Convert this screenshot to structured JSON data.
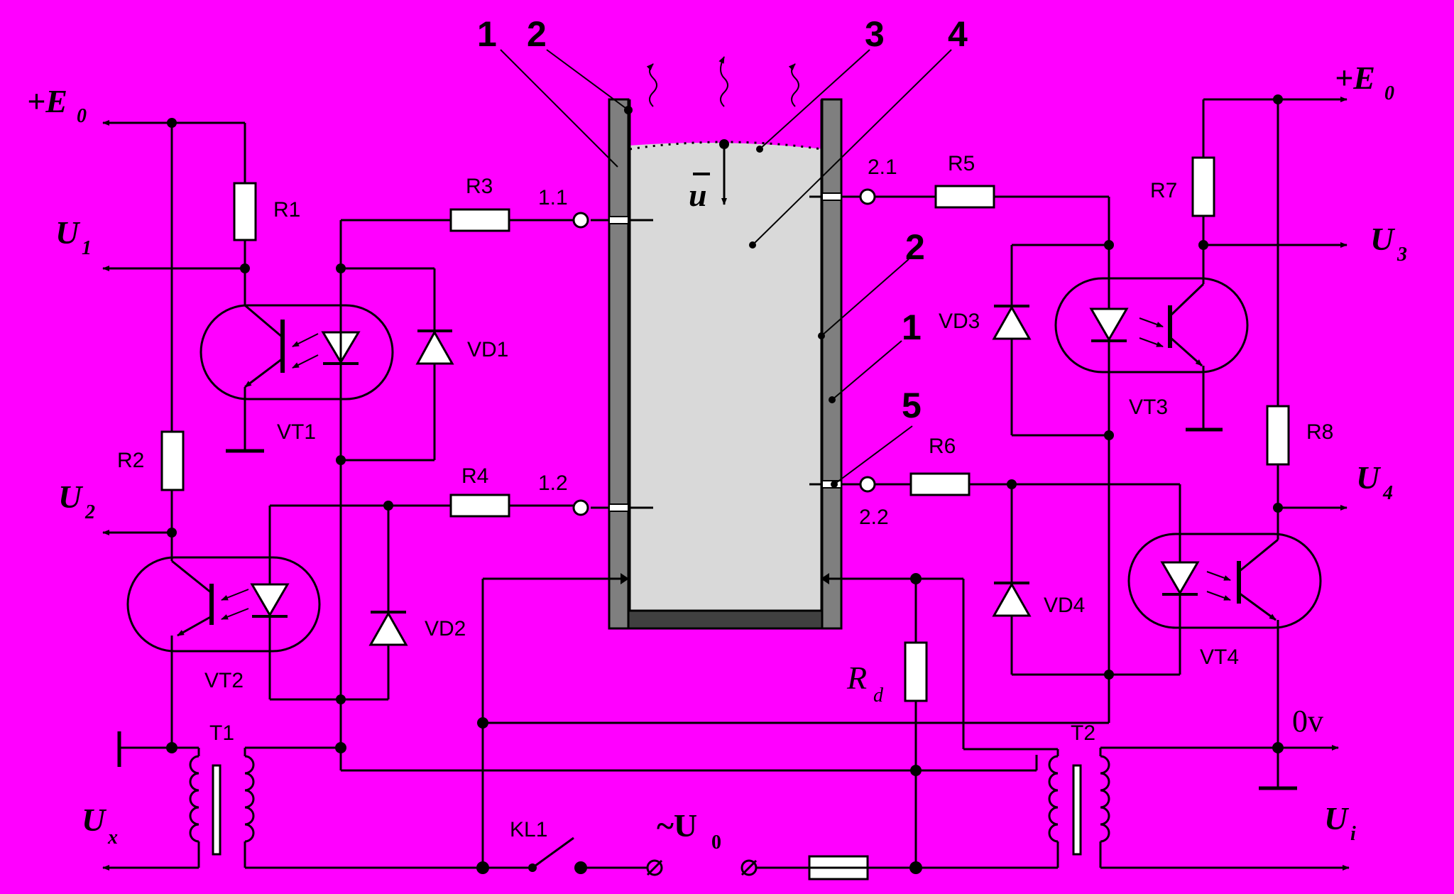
{
  "labels": {
    "e0_left": "+E",
    "e0_right": "+E",
    "e0_sub": "0",
    "u1": "U",
    "u1_sub": "1",
    "u2": "U",
    "u2_sub": "2",
    "u3": "U",
    "u3_sub": "3",
    "u4": "U",
    "u4_sub": "4",
    "ux": "U",
    "ux_sub": "x",
    "ui": "U",
    "ui_sub": "i",
    "u0": "~U",
    "u0_sub": "0",
    "zero_v": "0v",
    "u_vec": "u",
    "rd": "R",
    "rd_sub": "d"
  },
  "components": {
    "r1": "R1",
    "r2": "R2",
    "r3": "R3",
    "r4": "R4",
    "r5": "R5",
    "r6": "R6",
    "r7": "R7",
    "r8": "R8",
    "vd1": "VD1",
    "vd2": "VD2",
    "vd3": "VD3",
    "vd4": "VD4",
    "vt1": "VT1",
    "vt2": "VT2",
    "vt3": "VT3",
    "vt4": "VT4",
    "t1": "T1",
    "t2": "T2",
    "kl1": "KL1"
  },
  "terminals": {
    "t11": "1.1",
    "t12": "1.2",
    "t21": "2.1",
    "t22": "2.2"
  },
  "callouts": {
    "c1a": "1",
    "c2a": "2",
    "c3": "3",
    "c4": "4",
    "c2b": "2",
    "c1b": "1",
    "c5": "5"
  },
  "colors": {
    "background": "#FF00FF",
    "liquid": "#D9D9D9",
    "wall": "#7F7F7F",
    "bottom": "#404040"
  }
}
